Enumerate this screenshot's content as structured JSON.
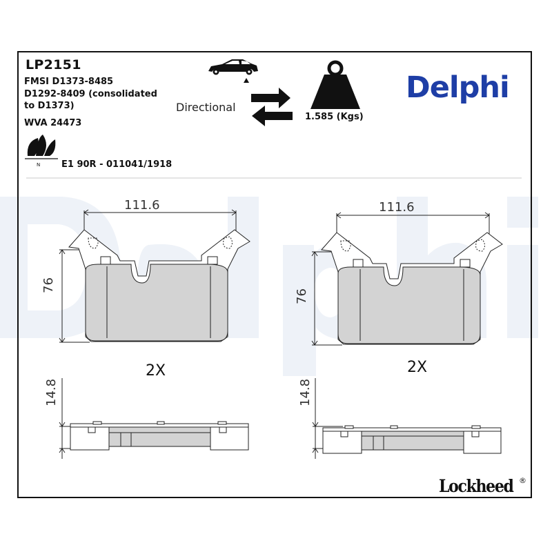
{
  "header": {
    "part_number": "LP2151",
    "fmsi_line1": "FMSI D1373-8485",
    "fmsi_line2": "D1292-8409 (consolidated",
    "fmsi_line3": "to D1373)",
    "wva": "WVA 24473",
    "approval": "E1 90R - 011041/1918",
    "directional_label": "Directional",
    "weight": "1.585 (Kgs)",
    "brand": "Delphi",
    "sub_brand": "Lockheed",
    "registered_mark": "®",
    "eco_label": "N"
  },
  "drawings": {
    "front_width": "111.6",
    "front_height": "76",
    "thickness": "14.8",
    "quantity": "2X"
  },
  "colors": {
    "brand_blue": "#1e3ea6",
    "pad_fill": "#d3d3d3",
    "watermark": "#eef2f8"
  },
  "icons": [
    "car-icon",
    "direction-arrows-icon",
    "weight-icon",
    "eco-leaf-icon"
  ]
}
